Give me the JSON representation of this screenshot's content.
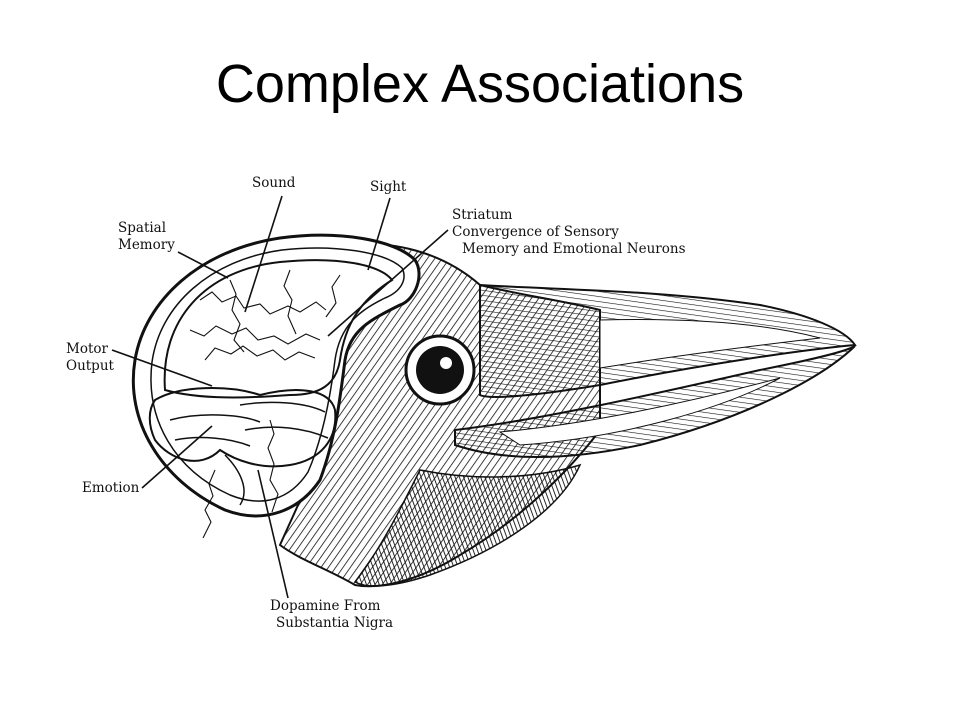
{
  "slide": {
    "title": "Complex Associations"
  },
  "diagram": {
    "labels": {
      "sound": "Sound",
      "sight": "Sight",
      "spatial_memory_1": "Spatial",
      "spatial_memory_2": "Memory",
      "striatum_1": "Striatum",
      "striatum_2": "Convergence of Sensory",
      "striatum_3": "Memory and Emotional Neurons",
      "motor_output_1": "Motor",
      "motor_output_2": "Output",
      "emotion": "Emotion",
      "dopamine_1": "Dopamine From",
      "dopamine_2": "Substantia Nigra"
    }
  },
  "colors": {
    "ink": "#111111",
    "background": "#ffffff"
  }
}
